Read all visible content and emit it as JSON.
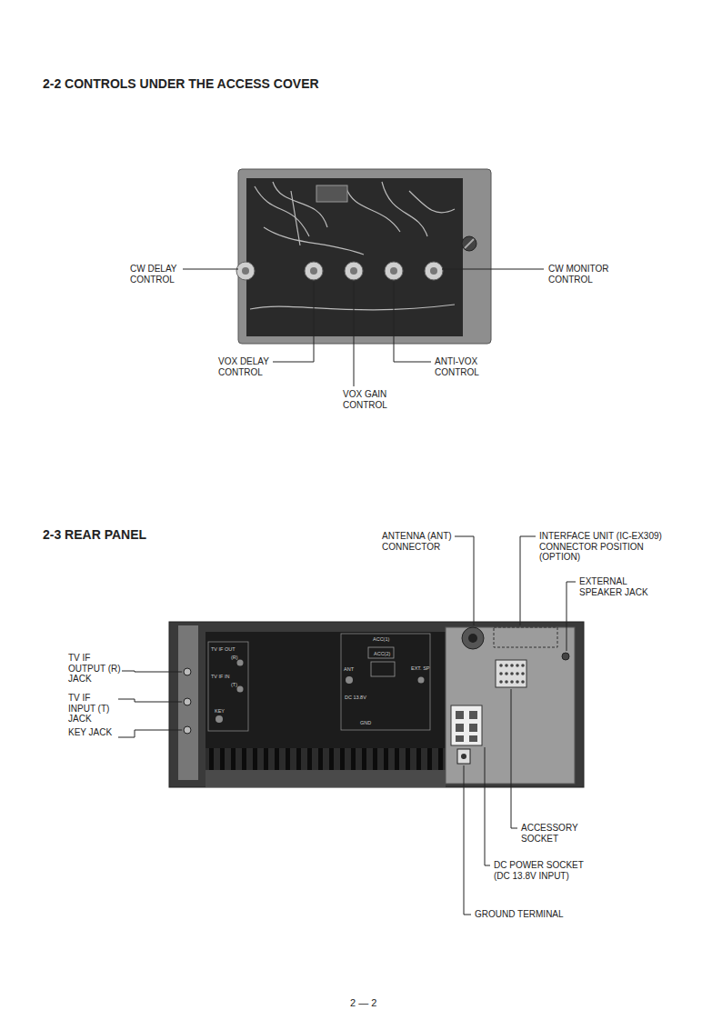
{
  "diagram": {
    "title": "2-2 CONTROLS UNDER THE ACCESS COVER",
    "labels": [
      "CW DELAY CONTROL",
      "VOX DELAY CONTROL",
      "VOX GAIN CONTROL",
      "ANTI-VOX CONTROL",
      "CW MONITOR CONTROL",
      "2-3 REAR PANEL",
      "ANTENNA (ANT) CONNECTOR",
      "INTERFACE UNIT (IC-EX309) CONNECTOR POSITION (OPTION)",
      "EXTERNAL SPEAKER JACK",
      "TV IF OUTPUT (R) JACK",
      "TV IF INPUT (T) JACK",
      "KEY JACK",
      "ACCESSORY SOCKET",
      "DC POWER SOCKET (DC 13.8V INPUT)",
      "GROUND TERMINAL",
      "TV IF OUT",
      "(R)",
      "TV IF IN",
      "(T)",
      "KEY",
      "ACC(1)",
      "ACC(2)",
      "ANT",
      "EXT. SP",
      "DC 13.8V",
      "GND",
      "2 — 2"
    ]
  }
}
